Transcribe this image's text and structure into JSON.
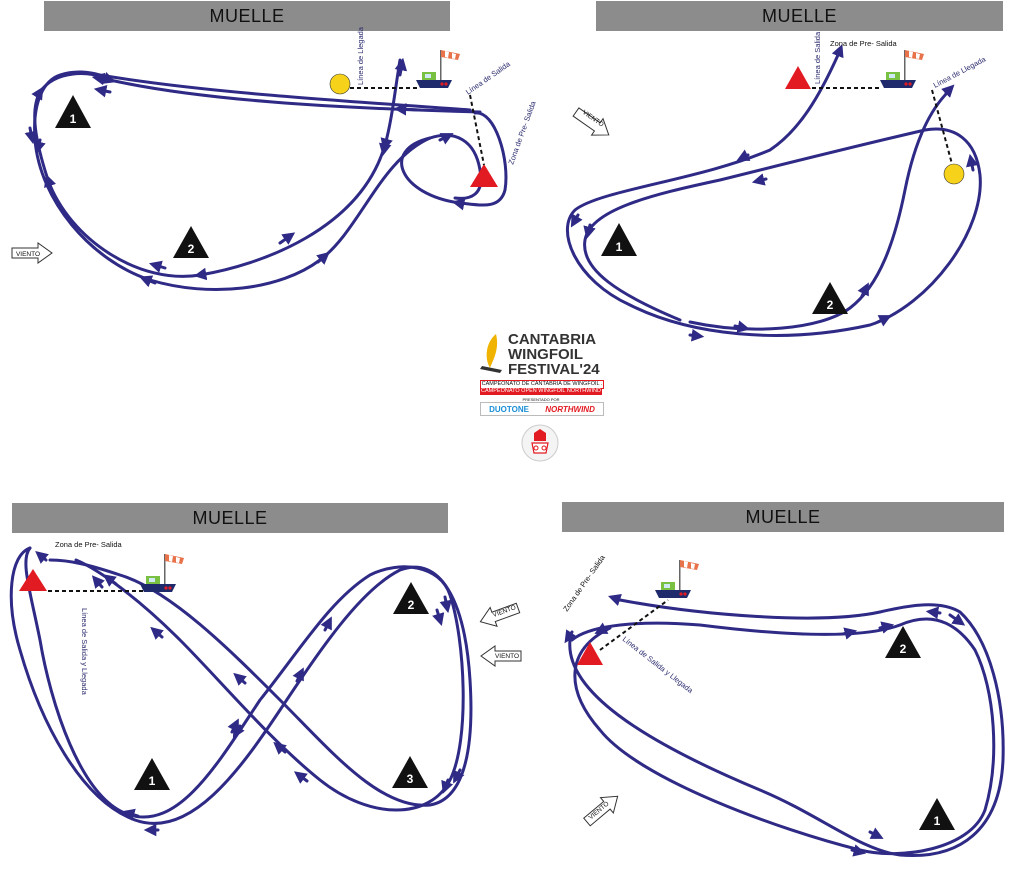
{
  "header": "MUELLE",
  "panels": [
    {
      "banner": "MUELLE",
      "marks": [
        "1",
        "2"
      ],
      "wind": "VIENTO",
      "labels": {
        "finish": "Línea de Llegada",
        "start": "Línea de Salida",
        "prestart": "Zona de Pre- Salida"
      }
    },
    {
      "banner": "MUELLE",
      "marks": [
        "1",
        "2"
      ],
      "wind": "VIENTO",
      "labels": {
        "start": "Línea de Salida",
        "prestart": "Zona de Pre- Salida",
        "finish": "Línea de Llegada"
      }
    },
    {
      "banner": "MUELLE",
      "marks": [
        "1",
        "2",
        "3"
      ],
      "wind": "VIENTO",
      "labels": {
        "prestart": "Zona de Pre- Salida",
        "startfinish": "Línea de Salida y Llegada"
      }
    },
    {
      "banner": "MUELLE",
      "marks": [
        "2",
        "1"
      ],
      "wind": "VIENTO",
      "labels": {
        "prestart": "Zona de Pre- Salida",
        "startfinish": "Línea de Salida y Llegada"
      }
    }
  ],
  "logo": {
    "title_1": "CANTABRIA",
    "title_2": "WINGFOIL",
    "title_3": "FESTIVAL'24",
    "line_1": "CAMPEONATO DE CANTABRIA DE WINGFOIL . RFCV",
    "line_2": "CAMPEONATO OPEN WINGFOIL NORTHWIND",
    "sponsor_by": "PRESENTADO POR",
    "sponsor_1": "DUOTONE",
    "sponsor_2": "NORTHWIND"
  },
  "colors": {
    "course": "#2e2a85",
    "banner": "#8c8c8c",
    "red_mark": "#e21b22",
    "yellow_mark": "#f6d31a",
    "mark": "#111111"
  }
}
